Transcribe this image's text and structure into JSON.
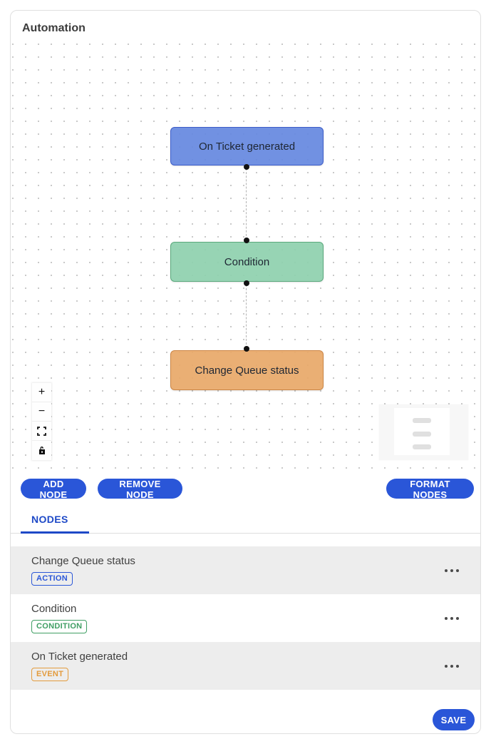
{
  "header": {
    "title": "Automation"
  },
  "canvas": {
    "nodes": [
      {
        "label": "On Ticket generated",
        "type": "event",
        "fill": "rgba(101,136,224,0.92)",
        "border": "#3c5cc8"
      },
      {
        "label": "Condition",
        "type": "condition",
        "fill": "rgba(142,208,174,0.92)",
        "border": "#5aa97c"
      },
      {
        "label": "Change Queue status",
        "type": "action",
        "fill": "rgba(232,168,104,0.92)",
        "border": "#cc8544"
      }
    ],
    "controls": [
      {
        "icon": "zoom-in-icon",
        "glyph": "+"
      },
      {
        "icon": "zoom-out-icon",
        "glyph": "−"
      },
      {
        "icon": "fit-view-icon",
        "glyph": ""
      },
      {
        "icon": "lock-icon",
        "glyph": ""
      }
    ]
  },
  "toolbar": {
    "add_label": "ADD NODE",
    "remove_label": "REMOVE NODE",
    "format_label": "FORMAT NODES"
  },
  "tabs": {
    "nodes_label": "NODES"
  },
  "node_list": [
    {
      "title": "Change Queue status",
      "badge": "ACTION",
      "badge_color": "#2b57d8",
      "row_bg": "#ededed"
    },
    {
      "title": "Condition",
      "badge": "CONDITION",
      "badge_color": "#3f9e63",
      "row_bg": "#ffffff"
    },
    {
      "title": "On Ticket generated",
      "badge": "EVENT",
      "badge_color": "#e39b3d",
      "row_bg": "#ededed"
    }
  ],
  "footer": {
    "save_label": "SAVE"
  },
  "colors": {
    "accent_blue": "#2a56d8",
    "tab_blue": "#1e49c7",
    "row_gray": "#ededed",
    "edge_gray": "#b3b3b3",
    "handle_black": "#111111"
  }
}
